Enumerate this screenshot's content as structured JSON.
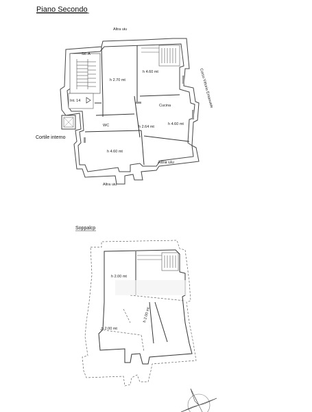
{
  "top_plan": {
    "title": "Piano Secondo",
    "labels": {
      "altra_uiu_top": "Altra uiu",
      "corso": "Corso Vittorio Emanuele",
      "sc_a": "Sc. A",
      "int14": "Int. 14",
      "h270": "h 2.70 mt",
      "h460_top": "h 4.60 mt",
      "cucina": "Cucina",
      "h264": "h 2.64 mt",
      "h460_mid": "h 4.60 mt",
      "wc": "WC",
      "cortile": "Cortile interno",
      "h460_low": "h 4.60 mt",
      "altra_uiu_right": "Altra uiu",
      "altra_uiu_bottom": "Altra uiu"
    }
  },
  "bottom_plan": {
    "title": "Soppalcp",
    "labels": {
      "h200_top": "h 2.00 mt",
      "h200_diag": "h 2.00 mt",
      "h200_low": "h 2.00 mt"
    }
  },
  "icons": {
    "compass": "north-arrow-icon"
  }
}
